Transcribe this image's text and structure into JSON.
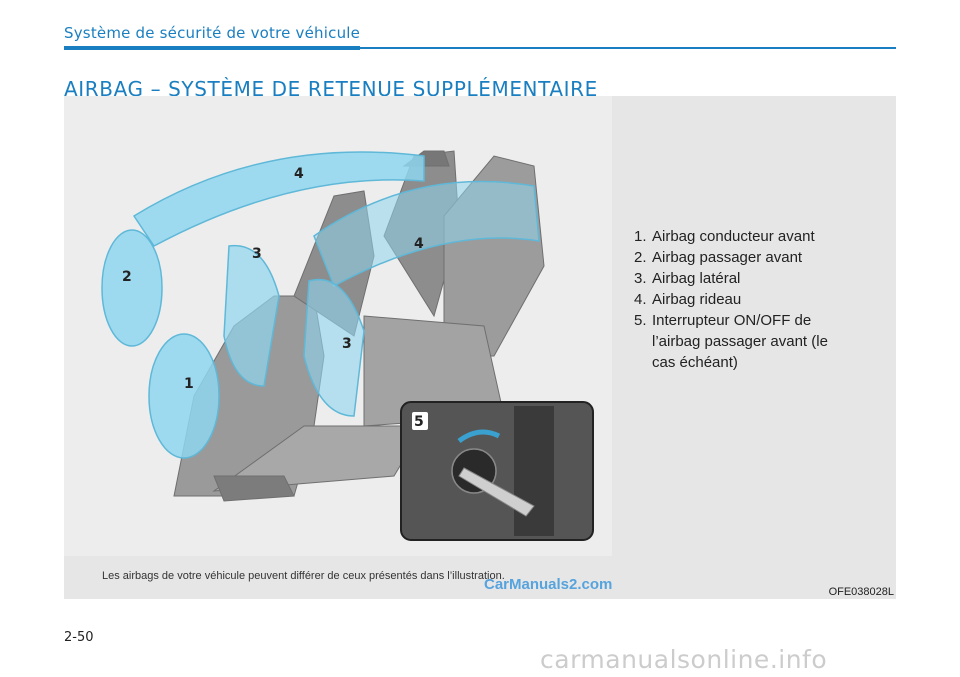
{
  "header": {
    "section": "Système de sécurité de votre véhicule",
    "title": "AIRBAG – SYSTÈME DE RETENUE SUPPLÉMENTAIRE"
  },
  "figure": {
    "labels": [
      "1",
      "2",
      "3",
      "3",
      "4",
      "4",
      "5"
    ],
    "legend": [
      {
        "num": "1.",
        "text": "Airbag conducteur avant"
      },
      {
        "num": "2.",
        "text": "Airbag passager avant"
      },
      {
        "num": "3.",
        "text": "Airbag latéral"
      },
      {
        "num": "4.",
        "text": "Airbag rideau"
      },
      {
        "num": "5.",
        "text": "Interrupteur ON/OFF de l’airbag passager avant (le cas échéant)"
      }
    ],
    "caption": "Les airbags de votre véhicule peuvent différer de ceux présentés dans l’illustration.",
    "code": "OFE038028L"
  },
  "page_number": "2-50",
  "watermarks": {
    "brand": "CarManuals2.com",
    "site": "carmanualsonline.info"
  },
  "colors": {
    "accent": "#1a7fc1",
    "airbag": "#8fd6ee"
  }
}
